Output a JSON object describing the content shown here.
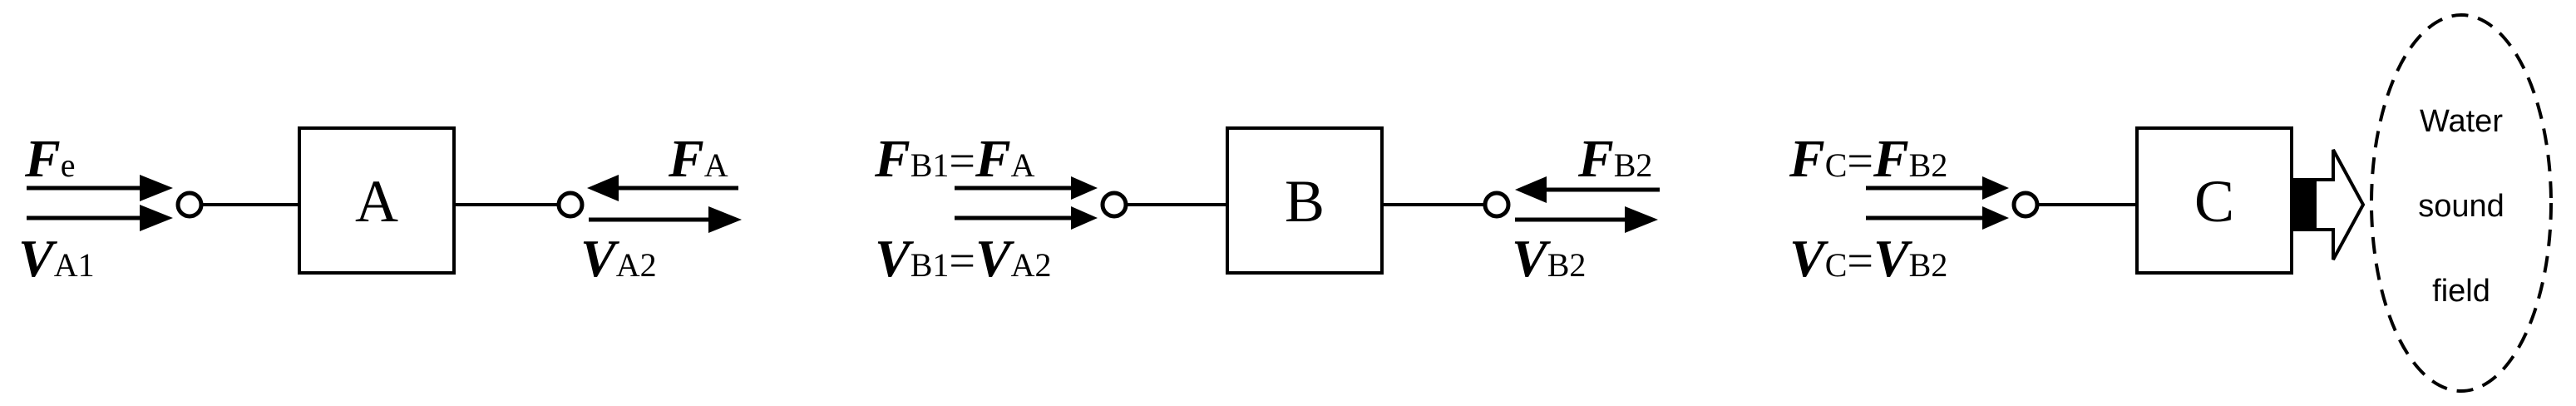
{
  "stage_a": {
    "box_label": "A",
    "input_force": {
      "symbol": "F",
      "subscript": "e"
    },
    "input_velocity": {
      "symbol": "V",
      "subscript": "A1"
    },
    "output_force": {
      "symbol": "F",
      "subscript": "A"
    },
    "output_velocity": {
      "symbol": "V",
      "subscript": "A2"
    }
  },
  "stage_b": {
    "box_label": "B",
    "input_force": {
      "symbol": "F",
      "subscript": "B1",
      "equals": "=",
      "rhs_symbol": "F",
      "rhs_subscript": "A"
    },
    "input_velocity": {
      "symbol": "V",
      "subscript": "B1",
      "equals": "=",
      "rhs_symbol": "V",
      "rhs_subscript": "A2"
    },
    "output_force": {
      "symbol": "F",
      "subscript": "B2"
    },
    "output_velocity": {
      "symbol": "V",
      "subscript": "B2"
    }
  },
  "stage_c": {
    "box_label": "C",
    "input_force": {
      "symbol": "F",
      "subscript": "C",
      "equals": "=",
      "rhs_symbol": "F",
      "rhs_subscript": "B2"
    },
    "input_velocity": {
      "symbol": "V",
      "subscript": "C",
      "equals": "=",
      "rhs_symbol": "V",
      "rhs_subscript": "B2"
    }
  },
  "sound_field": {
    "line1": "Water",
    "line2": "sound",
    "line3": "field"
  }
}
